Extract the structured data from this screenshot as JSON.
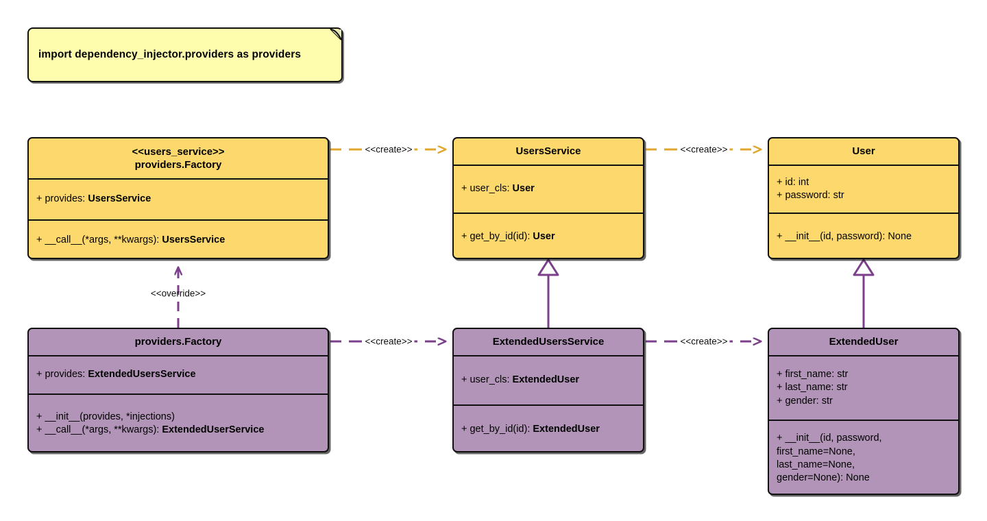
{
  "diagram": {
    "title": "Dependency Injector providers UML class diagram",
    "colors": {
      "yellow_fill": "#fdd96d",
      "purple_fill": "#b194b7",
      "note_fill": "#fdfdad",
      "outline": "#101010",
      "gold_connector": "#e0a72c",
      "purple_connector": "#7b3f8c"
    },
    "note": {
      "text": "import dependency_injector.providers as providers"
    },
    "classes": [
      {
        "id": "users-service-factory",
        "stereotype": "<<users_service>>",
        "name": "providers.Factory",
        "fill": "yellow",
        "attributes": [
          {
            "plain": "+ provides: ",
            "bold": "UsersService"
          }
        ],
        "methods": [
          {
            "plain": "+ __call__(*args, **kwargs): ",
            "bold": "UsersService"
          }
        ]
      },
      {
        "id": "users-service",
        "stereotype": "",
        "name": "UsersService",
        "fill": "yellow",
        "attributes": [
          {
            "plain": "+ user_cls: ",
            "bold": "User"
          }
        ],
        "methods": [
          {
            "plain": "+ get_by_id(id): ",
            "bold": "User"
          }
        ]
      },
      {
        "id": "user",
        "stereotype": "",
        "name": "User",
        "fill": "yellow",
        "attributes": [
          {
            "plain": "+ id: int",
            "bold": ""
          },
          {
            "plain": "+ password: str",
            "bold": ""
          }
        ],
        "methods": [
          {
            "plain": "+ __init__(id, password): None",
            "bold": ""
          }
        ]
      },
      {
        "id": "extended-factory",
        "stereotype": "",
        "name": "providers.Factory",
        "fill": "purple",
        "attributes": [
          {
            "plain": "+ provides: ",
            "bold": "ExtendedUsersService"
          }
        ],
        "methods": [
          {
            "plain": "+ __init__(provides, *injections)",
            "bold": ""
          },
          {
            "plain": "+ __call__(*args, **kwargs): ",
            "bold": "ExtendedUserService"
          }
        ]
      },
      {
        "id": "extended-users-service",
        "stereotype": "",
        "name": "ExtendedUsersService",
        "fill": "purple",
        "attributes": [
          {
            "plain": "+ user_cls: ",
            "bold": "ExtendedUser"
          }
        ],
        "methods": [
          {
            "plain": "+ get_by_id(id): ",
            "bold": "ExtendedUser"
          }
        ]
      },
      {
        "id": "extended-user",
        "stereotype": "",
        "name": "ExtendedUser",
        "fill": "purple",
        "attributes": [
          {
            "plain": "+ first_name: str",
            "bold": ""
          },
          {
            "plain": "+ last_name: str",
            "bold": ""
          },
          {
            "plain": "+ gender: str",
            "bold": ""
          }
        ],
        "methods": [
          {
            "plain": "+ __init__(id, password,\nfirst_name=None,\nlast_name=None,\ngender=None): None",
            "bold": ""
          }
        ]
      }
    ],
    "connectors": [
      {
        "id": "create-top-left",
        "label": "<<create>>",
        "style": "dashed",
        "color": "gold",
        "arrow": "open"
      },
      {
        "id": "create-top-right",
        "label": "<<create>>",
        "style": "dashed",
        "color": "gold",
        "arrow": "open"
      },
      {
        "id": "create-bot-left",
        "label": "<<create>>",
        "style": "dashed",
        "color": "purple",
        "arrow": "open"
      },
      {
        "id": "create-bot-right",
        "label": "<<create>>",
        "style": "dashed",
        "color": "purple",
        "arrow": "open"
      },
      {
        "id": "override",
        "label": "<<override>>",
        "style": "dashed",
        "color": "purple",
        "arrow": "open"
      },
      {
        "id": "inherit-service",
        "label": "",
        "style": "solid",
        "color": "purple",
        "arrow": "triangle"
      },
      {
        "id": "inherit-user",
        "label": "",
        "style": "solid",
        "color": "purple",
        "arrow": "triangle"
      }
    ]
  }
}
